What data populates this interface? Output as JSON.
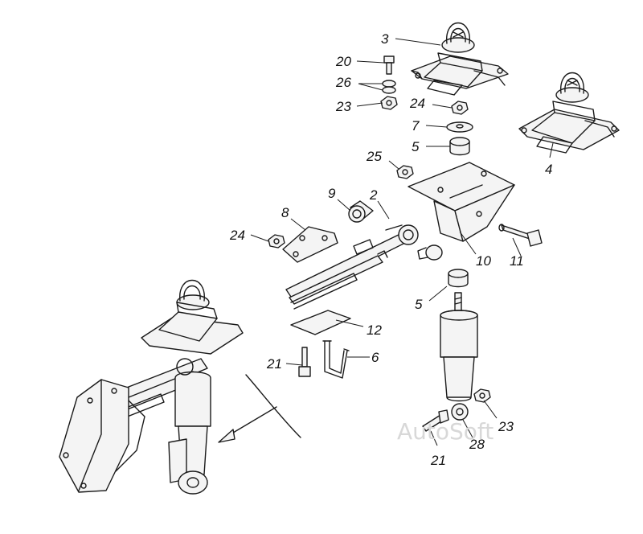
{
  "watermark": "AutoSoft",
  "callouts": [
    {
      "id": "callout-3",
      "text": "3"
    },
    {
      "id": "callout-20",
      "text": "20"
    },
    {
      "id": "callout-26",
      "text": "26"
    },
    {
      "id": "callout-23-top",
      "text": "23"
    },
    {
      "id": "callout-24-top",
      "text": "24"
    },
    {
      "id": "callout-7",
      "text": "7"
    },
    {
      "id": "callout-5-top",
      "text": "5"
    },
    {
      "id": "callout-4",
      "text": "4"
    },
    {
      "id": "callout-25",
      "text": "25"
    },
    {
      "id": "callout-9",
      "text": "9"
    },
    {
      "id": "callout-2",
      "text": "2"
    },
    {
      "id": "callout-8",
      "text": "8"
    },
    {
      "id": "callout-24-left",
      "text": "24"
    },
    {
      "id": "callout-10",
      "text": "10"
    },
    {
      "id": "callout-11",
      "text": "11"
    },
    {
      "id": "callout-5-mid",
      "text": "5"
    },
    {
      "id": "callout-12",
      "text": "12"
    },
    {
      "id": "callout-21-left",
      "text": "21"
    },
    {
      "id": "callout-6",
      "text": "6"
    },
    {
      "id": "callout-23-bottom",
      "text": "23"
    },
    {
      "id": "callout-28",
      "text": "28"
    },
    {
      "id": "callout-21-bottom",
      "text": "21"
    }
  ]
}
